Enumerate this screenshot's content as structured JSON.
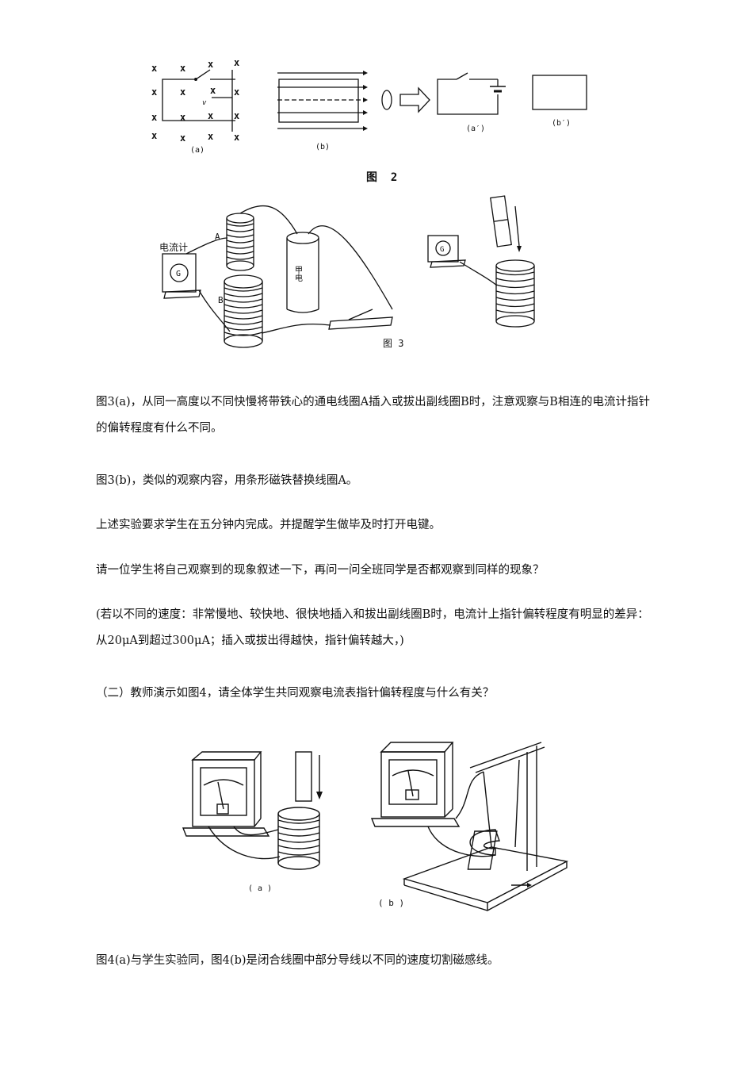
{
  "figure2": {
    "caption": "图  2",
    "labels": {
      "a": "(a)",
      "b": "(b)",
      "a_prime": "(a′)",
      "b_prime": "(b′)",
      "v": "v"
    }
  },
  "figure3": {
    "caption": "图 3",
    "labels": {
      "galvanometer": "电流计",
      "coil_a": "A",
      "coil_b": "B",
      "g": "G",
      "battery": "甲电"
    }
  },
  "paragraphs": [
    "图3(a)，从同一高度以不同快慢将带铁心的通电线圈A插入或拔出副线圈B时，注意观察与B相连的电流计指针的偏转程度有什么不同。",
    "图3(b)，类似的观察内容，用条形磁铁替换线圈A。",
    "上述实验要求学生在五分钟内完成。并提醒学生做毕及时打开电键。",
    "请一位学生将自己观察到的现象叙述一下，再问一问全班同学是否都观察到同样的现象？",
    "(若以不同的速度：非常慢地、较快地、很快地插入和拔出副线圈B时，电流计上指针偏转程度有明显的差异：从20μA到超过300μA；插入或拔出得越快，指针偏转越大，)",
    "（二）教师演示如图4，请全体学生共同观察电流表指针偏转程度与什么有关？"
  ],
  "figure4": {
    "labels": {
      "a": "( a )",
      "b": "( b )"
    }
  },
  "closing_paragraph": "图4(a)与学生实验同，图4(b)是闭合线圈中部分导线以不同的速度切割磁感线。"
}
